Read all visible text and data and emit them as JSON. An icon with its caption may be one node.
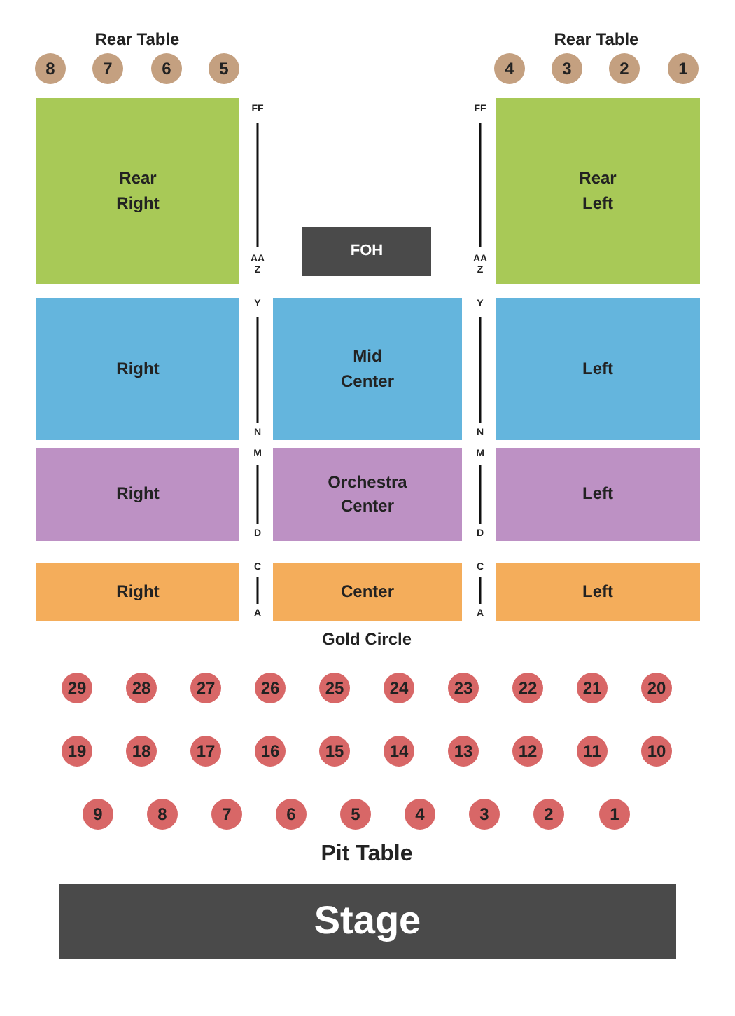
{
  "diagram": {
    "nodes": [
      {
        "text": [
          "8"
        ]
      },
      {
        "text": [
          "7"
        ]
      },
      {
        "text": [
          "6"
        ]
      },
      {
        "text": [
          "5"
        ]
      },
      {
        "text": [
          "4"
        ]
      },
      {
        "text": [
          "3"
        ]
      },
      {
        "text": [
          "2"
        ]
      },
      {
        "text": [
          "1"
        ]
      },
      {
        "text": [
          "Rear Right"
        ]
      },
      {
        "text": [
          "FOH"
        ]
      },
      {
        "text": [
          "Rear Left"
        ]
      },
      {
        "text": [
          "Right"
        ]
      },
      {
        "text": [
          "Mid Center"
        ]
      },
      {
        "text": [
          "Left"
        ]
      },
      {
        "text": [
          "Right"
        ]
      },
      {
        "text": [
          "Orchestra Center"
        ]
      },
      {
        "text": [
          "Left"
        ]
      },
      {
        "text": [
          "Right"
        ]
      },
      {
        "text": [
          "Center"
        ]
      },
      {
        "text": [
          "Left"
        ]
      },
      {
        "text": [
          "29"
        ]
      },
      {
        "text": [
          "28"
        ]
      },
      {
        "text": [
          "27"
        ]
      },
      {
        "text": [
          "26"
        ]
      },
      {
        "text": [
          "25"
        ]
      },
      {
        "text": [
          "24"
        ]
      },
      {
        "text": [
          "23"
        ]
      },
      {
        "text": [
          "22"
        ]
      },
      {
        "text": [
          "21"
        ]
      },
      {
        "text": [
          "20"
        ]
      },
      {
        "text": [
          "19"
        ]
      },
      {
        "text": [
          "18"
        ]
      },
      {
        "text": [
          "17"
        ]
      },
      {
        "text": [
          "16"
        ]
      },
      {
        "text": [
          "15"
        ]
      },
      {
        "text": [
          "14"
        ]
      },
      {
        "text": [
          "13"
        ]
      },
      {
        "text": [
          "12"
        ]
      },
      {
        "text": [
          "11"
        ]
      },
      {
        "text": [
          "10"
        ]
      },
      {
        "text": [
          "9"
        ]
      },
      {
        "text": [
          "8"
        ]
      },
      {
        "text": [
          "7"
        ]
      },
      {
        "text": [
          "6"
        ]
      },
      {
        "text": [
          "5"
        ]
      },
      {
        "text": [
          "4"
        ]
      },
      {
        "text": [
          "3"
        ]
      },
      {
        "text": [
          "2"
        ]
      },
      {
        "text": [
          "1"
        ]
      },
      {
        "text": [
          "Stage"
        ]
      }
    ],
    "labels": [
      "Rear Table",
      "Rear Table",
      "FF",
      "FF",
      "AA",
      "Z",
      "AA",
      "Z",
      "Y",
      "Y",
      "N",
      "N",
      "M",
      "M",
      "D",
      "D",
      "C",
      "C",
      "A",
      "A",
      "Gold Circle",
      "Pit Table"
    ]
  }
}
